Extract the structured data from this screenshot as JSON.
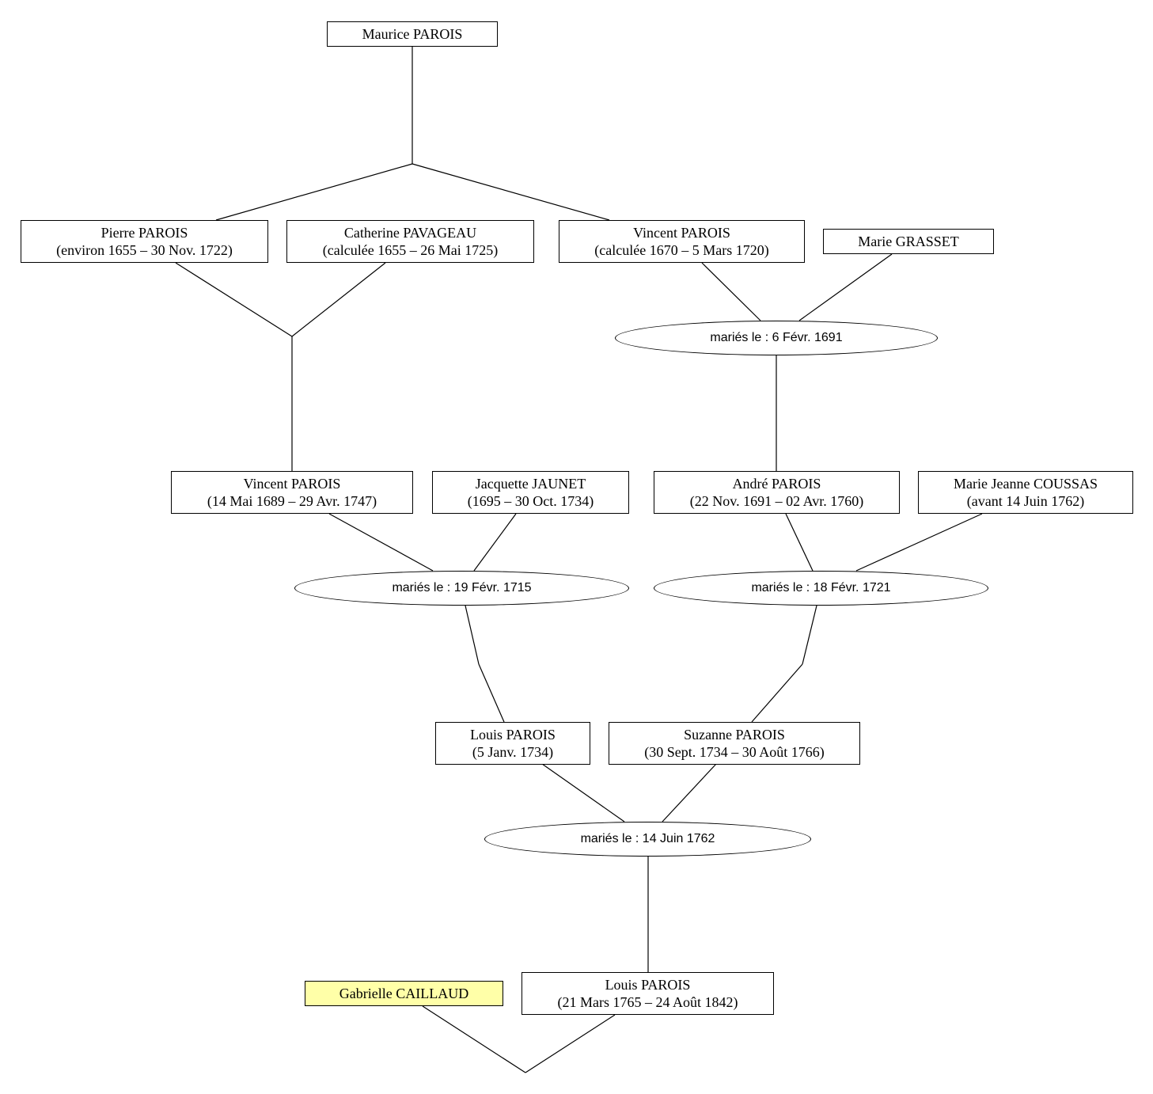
{
  "people": {
    "maurice": {
      "name": "Maurice PAROIS",
      "dates": ""
    },
    "pierre": {
      "name": "Pierre PAROIS",
      "dates": "(environ 1655 – 30 Nov. 1722)"
    },
    "catherine": {
      "name": "Catherine PAVAGEAU",
      "dates": "(calculée 1655 – 26 Mai 1725)"
    },
    "vincent_sr": {
      "name": "Vincent PAROIS",
      "dates": "(calculée 1670 – 5 Mars 1720)"
    },
    "marie_grasset": {
      "name": "Marie GRASSET",
      "dates": ""
    },
    "vincent_jr": {
      "name": "Vincent PAROIS",
      "dates": "(14 Mai 1689 – 29 Avr. 1747)"
    },
    "jacquette": {
      "name": "Jacquette JAUNET",
      "dates": "(1695 – 30 Oct. 1734)"
    },
    "andre": {
      "name": "André PAROIS",
      "dates": "(22 Nov. 1691 – 02 Avr. 1760)"
    },
    "marie_jeanne": {
      "name": "Marie Jeanne COUSSAS",
      "dates": "(avant 14 Juin 1762)"
    },
    "louis_sr": {
      "name": "Louis PAROIS",
      "dates": "(5 Janv. 1734)"
    },
    "suzanne": {
      "name": "Suzanne PAROIS",
      "dates": "(30 Sept. 1734 – 30 Août 1766)"
    },
    "gabrielle": {
      "name": "Gabrielle CAILLAUD",
      "dates": ""
    },
    "louis_jr": {
      "name": "Louis PAROIS",
      "dates": "(21 Mars 1765 – 24 Août 1842)"
    }
  },
  "marriages": {
    "m1691": "mariés le : 6 Févr. 1691",
    "m1715": "mariés le : 19 Févr. 1715",
    "m1721": "mariés le : 18 Févr. 1721",
    "m1762": "mariés le : 14 Juin 1762"
  },
  "colors": {
    "highlight": "#ffffa8",
    "line": "#000000",
    "box_background": "#ffffff"
  }
}
